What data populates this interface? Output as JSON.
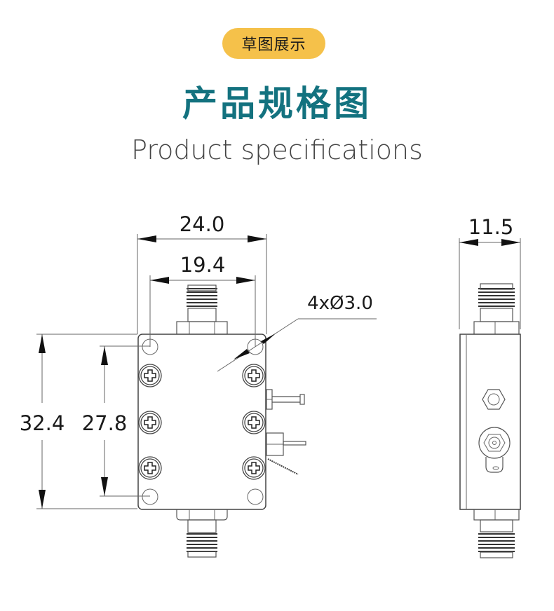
{
  "header": {
    "badge": "草图展示",
    "title": "产品规格图",
    "subtitle": "Product specifications"
  },
  "colors": {
    "badge_bg": "#f5c14a",
    "title": "#13727f",
    "subtitle": "#444444"
  },
  "front_view": {
    "dim_width_outer": "24.0",
    "dim_width_holes": "19.4",
    "dim_height_outer": "32.4",
    "dim_height_holes": "27.8",
    "hole_callout": "4xØ3.0",
    "screw_count": 6,
    "mounting_hole_count": 4
  },
  "side_view": {
    "dim_depth": "11.5"
  }
}
